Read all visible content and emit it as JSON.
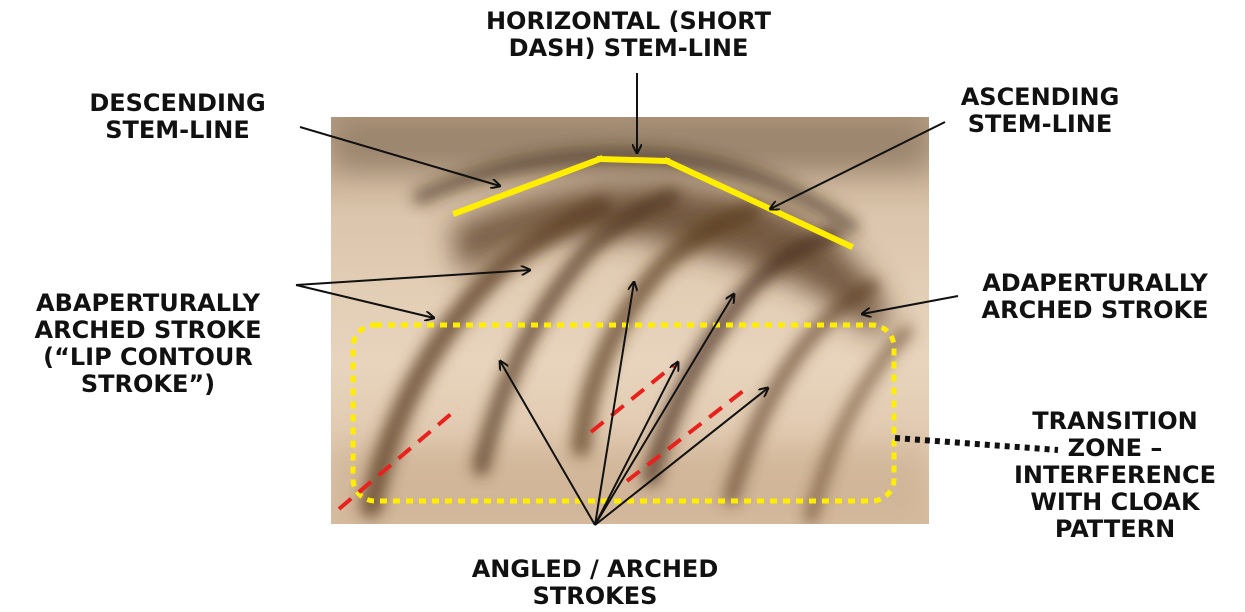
{
  "labels": {
    "horizontal_stem": [
      "HORIZONTAL (SHORT",
      "DASH) STEM-LINE"
    ],
    "descending_stem": [
      "DESCENDING",
      "STEM-LINE"
    ],
    "ascending_stem": [
      "ASCENDING",
      "STEM-LINE"
    ],
    "abaperturally": [
      "ABAPERTURALLY",
      "ARCHED STROKE",
      "(“LIP CONTOUR",
      "STROKE”)"
    ],
    "adaperturally": [
      "ADAPERTURALLY",
      "ARCHED STROKE"
    ],
    "transition_zone": [
      "TRANSITION",
      "ZONE –",
      "INTERFERENCE",
      "WITH CLOAK",
      "PATTERN"
    ],
    "angled_strokes": [
      "ANGLED / ARCHED",
      "STROKES"
    ]
  },
  "colors": {
    "stem_line": "#ffee00",
    "zone_outline": "#ffee00",
    "red_dashes": "#e8211c",
    "arrows": "#111111",
    "text": "#111111"
  }
}
